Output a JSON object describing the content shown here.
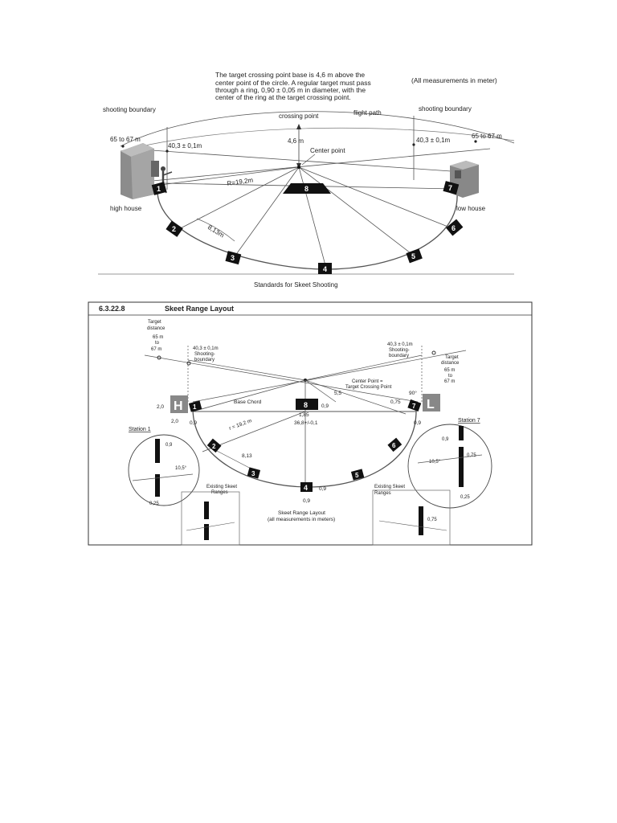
{
  "top_figure": {
    "header_note": [
      "The target crossing point base is 4,6 m above the",
      "center point of the circle. A regular target must pass",
      "through a ring, 0,90 ± 0,05 m in diameter, with the",
      "center of the ring at the target crossing point."
    ],
    "units_note": "(All measurements in meter)",
    "shooting_boundary_left": "shooting boundary",
    "shooting_boundary_right": "shooting boundary",
    "crossing_point": "crossing point",
    "flight_path": "flight path",
    "dist_left": "65  to  67  m",
    "dist_right": "65  to  67  m",
    "boundary_left": "40,3  ±  0,1m",
    "boundary_right": "40,3  ±  0,1m",
    "height": "4,6  m",
    "center_point": "Center point",
    "radius": "R=19,2m",
    "chord": "8,13m",
    "high_house": "high house",
    "low_house": "low house",
    "caption": "Standards for Skeet Shooting",
    "stations": [
      "1",
      "2",
      "3",
      "4",
      "5",
      "6",
      "7",
      "8"
    ]
  },
  "bottom_figure": {
    "section_number": "6.3.22.8",
    "section_title": "Skeet Range Layout",
    "target_distance_left": [
      "Target",
      "distance",
      "65 m",
      "to",
      "67 m"
    ],
    "target_distance_right": [
      "Target",
      "distance",
      "65 m",
      "to",
      "67 m"
    ],
    "boundary_left": [
      "40,3 ± 0,1m",
      "Shooting-",
      "boundary"
    ],
    "boundary_right": [
      "40,3 ± 0,1m",
      "Shooting-",
      "boundary"
    ],
    "center_point": [
      "Center Point =",
      "Target Crossing Point"
    ],
    "house_high": "H",
    "house_low": "L",
    "base_chord": "Base Chord",
    "radius": "r = 19,2 m",
    "base_chord_length": "36,8+/-0,1",
    "dim_2_0": "2,0",
    "dim_2_0b": "2,0",
    "dim_0_9_left": "0,9",
    "dim_0_9_right": "0,9",
    "dim_5_5": "5,5",
    "dim_0_75": "0,75",
    "angle_90": "90°",
    "dim_st8": "0,9",
    "dim_1_85": "1,85",
    "dim_8_13": "8,13",
    "dim_st4_v": "0,9",
    "dim_st4_h": "0,9",
    "caption": [
      "Skeet Range Layout",
      "(all measurements in meters)"
    ],
    "station1_label": "Station 1",
    "station7_label": "Station 7",
    "st1_dim_a": "0,9",
    "st1_angle": "10,5°",
    "st1_dim_b": "0,25",
    "st7_dim_a": "0,9",
    "st7_dim_b": "0,75",
    "st7_angle": "10,5°",
    "st7_dim_c": "0,25",
    "existing_left": [
      "Existing Skeet",
      "Ranges"
    ],
    "existing_right": [
      "Existing Skeet",
      "Ranges"
    ],
    "existing_right_dim": "0,75",
    "stations": [
      "1",
      "2",
      "3",
      "4",
      "5",
      "6",
      "7",
      "8"
    ]
  }
}
